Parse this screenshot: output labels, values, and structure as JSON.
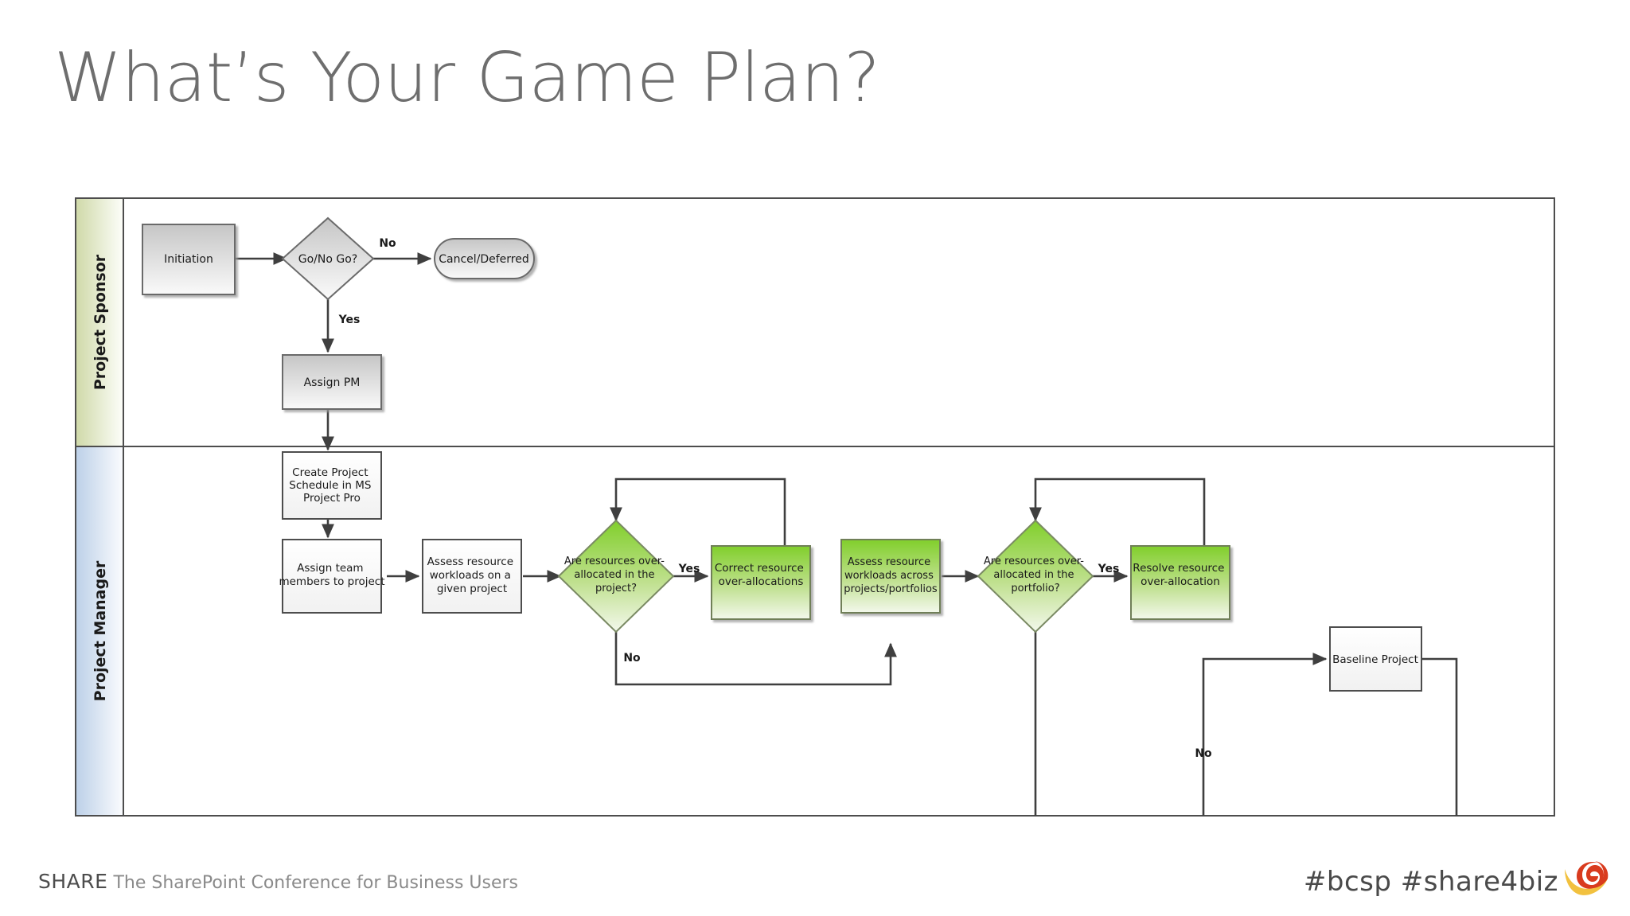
{
  "slide": {
    "title": "What’s Your Game Plan?"
  },
  "footer": {
    "brand": "SHARE",
    "tagline": "The SharePoint Conference for Business Users",
    "hashtags": "#bcsp #share4biz",
    "logo_icon": "e-swoosh-logo-icon",
    "logo_colors": {
      "swoosh": "#f4c542",
      "letter": "#d93b1e"
    }
  },
  "colors": {
    "lane_sponsor_start": "#cfd9a8",
    "lane_sponsor_end": "#ffffff",
    "lane_manager_start": "#bcd0e8",
    "lane_manager_end": "#ffffff",
    "gray_shape_start": "#c9c9c9",
    "gray_shape_end": "#f7f7f7",
    "green_shape_start": "#84cf32",
    "green_shape_end": "#f2f7ea",
    "white_shape_start": "#ffffff",
    "white_shape_end": "#f2f2f2",
    "border": "#595959",
    "connector": "#3f3f3f",
    "text": "#1a1a1a"
  },
  "diagram": {
    "name": "project-resource-management-swimlane-flowchart",
    "lanes": [
      {
        "id": "sponsor",
        "label": "Project Sponsor"
      },
      {
        "id": "manager",
        "label": "Project Manager"
      }
    ],
    "nodes": [
      {
        "id": "initiation",
        "lane": "sponsor",
        "shape": "process",
        "style": "gray",
        "label": "Initiation"
      },
      {
        "id": "go-no-go",
        "lane": "sponsor",
        "shape": "decision",
        "style": "gray",
        "label": "Go/No Go?"
      },
      {
        "id": "cancel-deferred",
        "lane": "sponsor",
        "shape": "terminator",
        "style": "gray",
        "label": "Cancel/Deferred"
      },
      {
        "id": "assign-pm",
        "lane": "sponsor",
        "shape": "process",
        "style": "gray",
        "label": "Assign PM"
      },
      {
        "id": "create-schedule",
        "lane": "manager",
        "shape": "process",
        "style": "white",
        "label": "Create Project Schedule in MS Project Pro",
        "lines": [
          "Create Project",
          "Schedule in MS",
          "Project Pro"
        ]
      },
      {
        "id": "assign-team",
        "lane": "manager",
        "shape": "process",
        "style": "white",
        "label": "Assign team members to project",
        "lines": [
          "Assign team",
          "members to project"
        ]
      },
      {
        "id": "assess-project",
        "lane": "manager",
        "shape": "process",
        "style": "white",
        "label": "Assess resource workloads on a given project",
        "lines": [
          "Assess resource",
          "workloads on a",
          "given project"
        ]
      },
      {
        "id": "over-alloc-project",
        "lane": "manager",
        "shape": "decision",
        "style": "green",
        "label": "Are resources over-allocated in the project?",
        "lines": [
          "Are resources over-",
          "allocated in the",
          "project?"
        ]
      },
      {
        "id": "correct-over",
        "lane": "manager",
        "shape": "process",
        "style": "green",
        "label": "Correct resource over-allocations",
        "lines": [
          "Correct resource",
          "over-allocations"
        ]
      },
      {
        "id": "assess-portfolio",
        "lane": "manager",
        "shape": "process",
        "style": "green",
        "label": "Assess resource workloads across projects/portfolios",
        "lines": [
          "Assess resource",
          "workloads across",
          "projects/portfolios"
        ]
      },
      {
        "id": "over-alloc-portfolio",
        "lane": "manager",
        "shape": "decision",
        "style": "green",
        "label": "Are resources over-allocated in the portfolio?",
        "lines": [
          "Are resources over-",
          "allocated in the",
          "portfolio?"
        ]
      },
      {
        "id": "resolve-over",
        "lane": "manager",
        "shape": "process",
        "style": "green",
        "label": "Resolve resource over-allocation",
        "lines": [
          "Resolve resource",
          "over-allocation"
        ]
      },
      {
        "id": "baseline-project",
        "lane": "manager",
        "shape": "process",
        "style": "white",
        "label": "Baseline Project",
        "lines": [
          "Baseline Project"
        ]
      }
    ],
    "edge_labels": [
      {
        "id": "go-no-go-no",
        "text": "No",
        "from": "go-no-go",
        "to": "cancel-deferred"
      },
      {
        "id": "go-no-go-yes",
        "text": "Yes",
        "from": "go-no-go",
        "to": "assign-pm"
      },
      {
        "id": "over-alloc-project-yes",
        "text": "Yes",
        "from": "over-alloc-project",
        "to": "correct-over"
      },
      {
        "id": "over-alloc-project-no",
        "text": "No",
        "from": "over-alloc-project",
        "to": "assess-portfolio"
      },
      {
        "id": "over-alloc-portfolio-yes",
        "text": "Yes",
        "from": "over-alloc-portfolio",
        "to": "resolve-over"
      },
      {
        "id": "over-alloc-portfolio-no",
        "text": "No",
        "from": "over-alloc-portfolio",
        "to": "baseline-project"
      }
    ]
  }
}
